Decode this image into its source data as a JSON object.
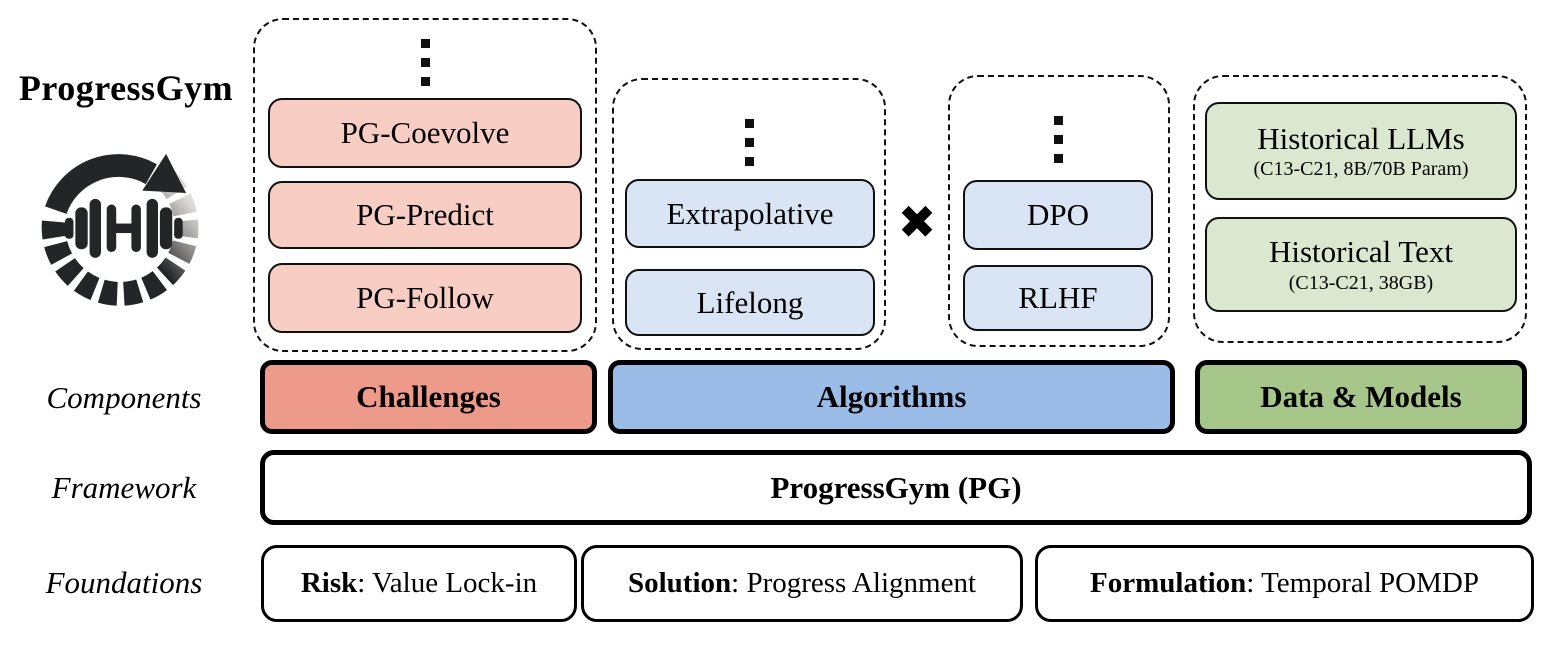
{
  "header": {
    "title": "ProgressGym"
  },
  "icons": {
    "logo": "progressgym-circular-arrow-dumbbell-logo",
    "vertical_ellipsis": "vertical-ellipsis",
    "cross_operator": "✖"
  },
  "row_labels": {
    "components": "Components",
    "framework": "Framework",
    "foundations": "Foundations"
  },
  "columns": {
    "challenges": {
      "items": [
        "PG-Coevolve",
        "PG-Predict",
        "PG-Follow"
      ],
      "bar_label": "Challenges"
    },
    "algorithms": {
      "group1": {
        "items": [
          "Extrapolative",
          "Lifelong"
        ]
      },
      "group2": {
        "items": [
          "DPO",
          "RLHF"
        ]
      },
      "bar_label": "Algorithms"
    },
    "data_models": {
      "items": [
        {
          "title": "Historical LLMs",
          "subtitle": "(C13-C21, 8B/70B Param)"
        },
        {
          "title": "Historical Text",
          "subtitle": "(C13-C21, 38GB)"
        }
      ],
      "bar_label": "Data & Models"
    }
  },
  "framework": {
    "label": "ProgressGym (PG)"
  },
  "foundations": [
    {
      "keyword": "Risk",
      "rest": ": Value Lock-in"
    },
    {
      "keyword": "Solution",
      "rest": ": Progress Alignment"
    },
    {
      "keyword": "Formulation",
      "rest": ": Temporal POMDP"
    }
  ],
  "colors": {
    "challenge_light": "#f8cec4",
    "challenge_bar": "#ed9a8a",
    "algorithm_light": "#d9e5f5",
    "algorithm_bar": "#9cbce8",
    "data_light": "#dbe8cf",
    "data_bar": "#a7c689",
    "border": "#000000"
  }
}
